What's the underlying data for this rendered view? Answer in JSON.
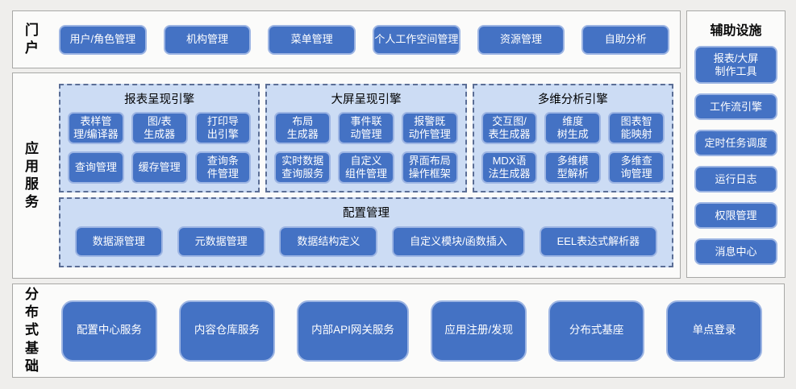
{
  "portal": {
    "label": "门户",
    "items": [
      "用户/角色管理",
      "机构管理",
      "菜单管理",
      "个人工作空间管理",
      "资源管理",
      "自助分析"
    ]
  },
  "app_services": {
    "label": "应用服务",
    "engines": [
      {
        "title": "报表呈现引擎",
        "items": [
          "表样管理/编译器",
          "图/表生成器",
          "打印导出引擎",
          "查询管理",
          "缓存管理",
          "查询条件管理"
        ]
      },
      {
        "title": "大屏呈现引擎",
        "items": [
          "布局生成器",
          "事件联动管理",
          "报警既动作管理",
          "实时数据查询服务",
          "自定义组件管理",
          "界面布局操作框架"
        ]
      },
      {
        "title": "多维分析引擎",
        "items": [
          "交互图/表生成器",
          "维度树生成",
          "图表智能映射",
          "MDX语法生成器",
          "多维模型解析",
          "多维查询管理"
        ]
      }
    ],
    "config": {
      "title": "配置管理",
      "items": [
        "数据源管理",
        "元数据管理",
        "数据结构定义",
        "自定义模块/函数插入",
        "EEL表达式解析器"
      ]
    }
  },
  "foundation": {
    "label": "分布式基础",
    "items": [
      "配置中心服务",
      "内容仓库服务",
      "内部API网关服务",
      "应用注册/发现",
      "分布式基座",
      "单点登录"
    ]
  },
  "auxiliary": {
    "title": "辅助设施",
    "items": [
      "报表/大屏制作工具",
      "工作流引擎",
      "定时任务调度",
      "运行日志",
      "权限管理",
      "消息中心"
    ]
  },
  "colors": {
    "background": "#EFEEEC",
    "section_fill": "#FBFBFA",
    "section_border": "#A8A8A6",
    "panel_fill": "#CCDCF4",
    "panel_dash_border": "#5B6E96",
    "button_fill": "#4472C4",
    "button_border": "#9DB5E3",
    "button_text": "#FFFFFF"
  }
}
